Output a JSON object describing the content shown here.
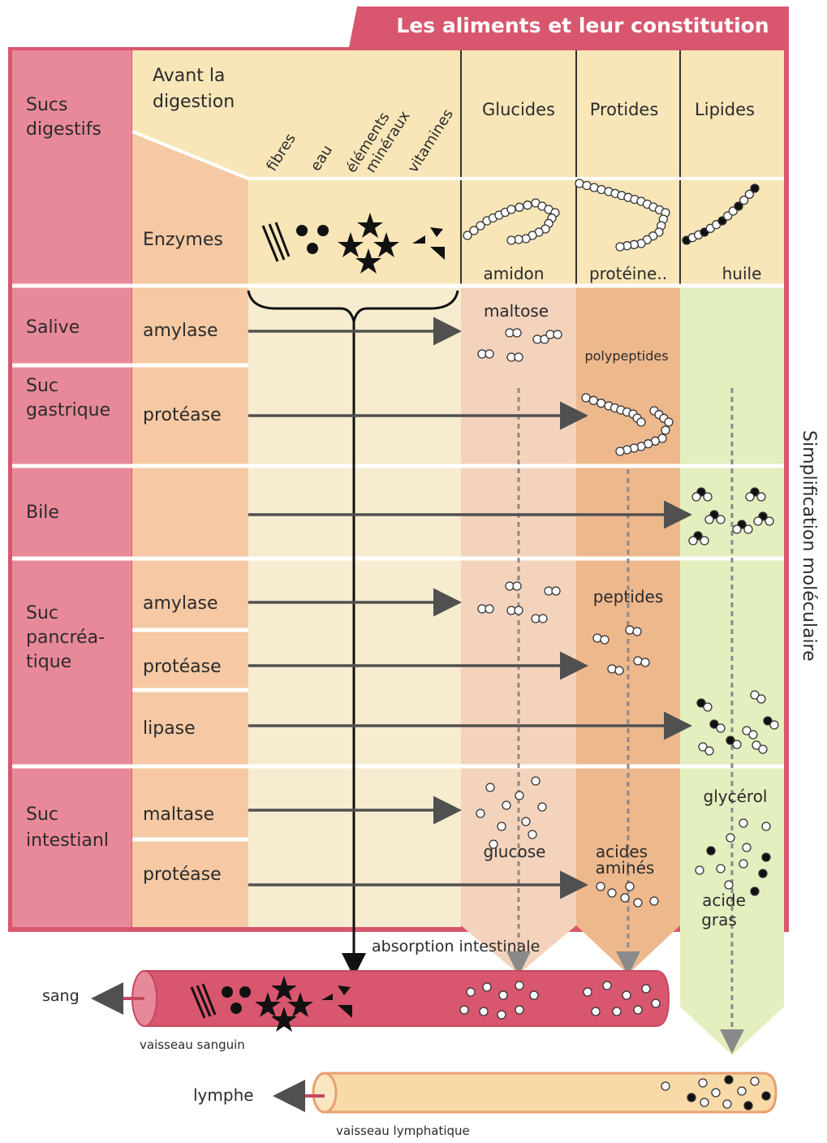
{
  "title": "Les aliments et leur constitution",
  "header": {
    "sucs": "Sucs digestifs",
    "avant": "Avant la digestion",
    "enzymes": "Enzymes",
    "nutrients": [
      "fibres",
      "eau",
      "éléments minéraux",
      "vitamines"
    ],
    "food_columns": [
      "Glucides",
      "Protides",
      "Lipides"
    ],
    "food_names": [
      "amidon",
      "protéine..",
      "huile"
    ]
  },
  "rows": [
    {
      "suc": "Salive",
      "enzymes": [
        "amylase"
      ]
    },
    {
      "suc": "Suc gastrique",
      "enzymes": [
        "protéase"
      ]
    },
    {
      "suc": "Bile",
      "enzymes": [
        ""
      ]
    },
    {
      "suc": "Suc pancréa-tique",
      "enzymes": [
        "amylase",
        "protéase",
        "lipase"
      ]
    },
    {
      "suc": "Suc intestianl",
      "enzymes": [
        "maltase",
        "protéase"
      ]
    }
  ],
  "products": {
    "maltose": "maltose",
    "polypeptides": "polypeptides",
    "peptides": "peptides",
    "glucose": "glucose",
    "acides_amines": "acides aminés",
    "glycerol": "glycérol",
    "acide_gras": "acide gras"
  },
  "side_label": "Simplification moléculaire",
  "absorption": "absorption intestinale",
  "vessels": {
    "sang": "sang",
    "vaisseau_sanguin": "vaisseau sanguin",
    "lymphe": "lymphe",
    "vaisseau_lymphatique": "vaisseau lymphatique"
  },
  "colors": {
    "pink_dark": "#d9566f",
    "pink": "#e8899a",
    "cream": "#f8e8c2",
    "peach": "#f6c9a4",
    "glucides_col": "#f4d3bd",
    "protides_col": "#eeb88d",
    "lipides_col": "#e3efbf",
    "arrow": "#505050"
  }
}
